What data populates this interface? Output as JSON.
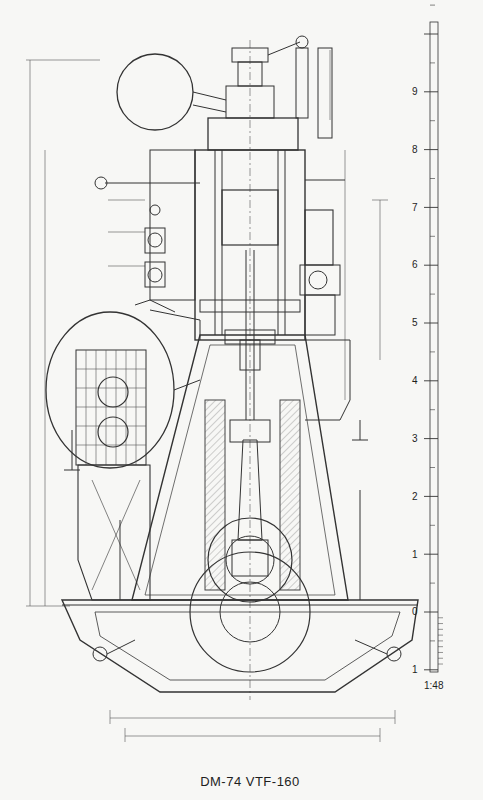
{
  "diagram": {
    "title": "DM-74 VTF-160",
    "labels": [
      "9",
      "8",
      "7",
      "6",
      "5",
      "4",
      "3",
      "2",
      "1",
      "0",
      "1",
      "1:48"
    ]
  }
}
